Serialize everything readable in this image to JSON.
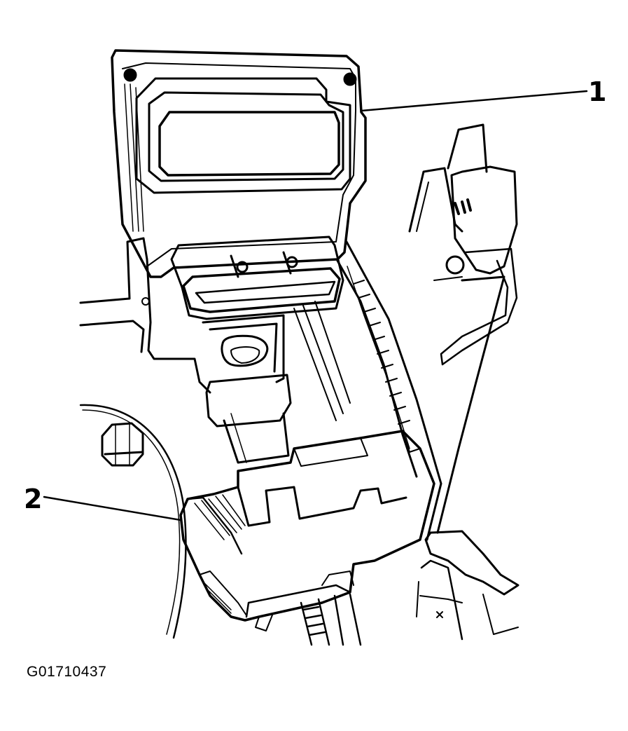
{
  "callouts": [
    {
      "label": "1"
    },
    {
      "label": "2"
    }
  ],
  "figure_id": "G01710437",
  "colors": {
    "line": "#000000",
    "background": "#ffffff"
  }
}
